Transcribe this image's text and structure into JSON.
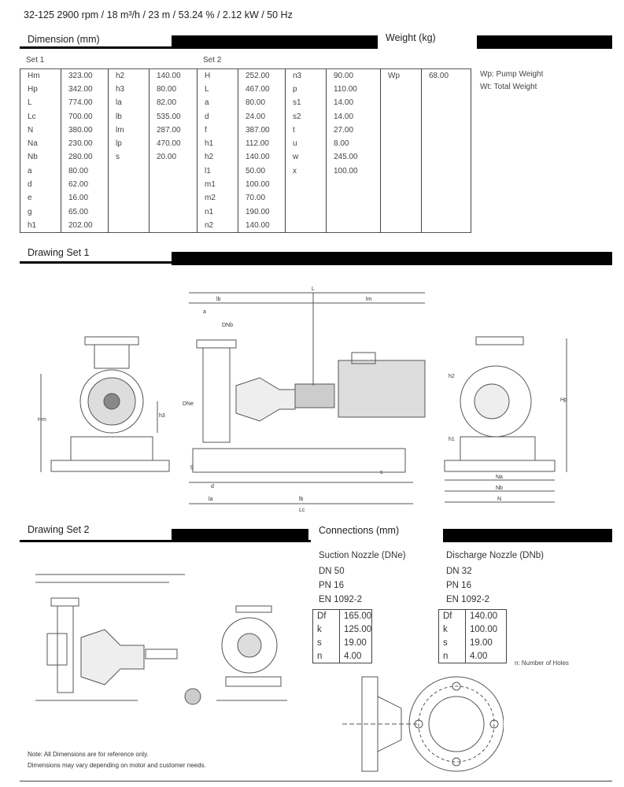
{
  "title": "32-125  2900 rpm / 18 m³/h / 23 m / 53.24 % / 2.12 kW / 50 Hz",
  "sections": {
    "dimension": "Dimension (mm)",
    "weight": "Weight (kg)",
    "drawing1": "Drawing Set 1",
    "drawing2": "Drawing Set 2",
    "connections": "Connections (mm)"
  },
  "set1_label": "Set 1",
  "set2_label": "Set 2",
  "rows": [
    [
      "Hm",
      "323.00",
      "h2",
      "140.00",
      "H",
      "252.00",
      "n3",
      "90.00",
      "Wp",
      "68.00"
    ],
    [
      "Hp",
      "342.00",
      "h3",
      "80.00",
      "L",
      "467.00",
      "p",
      "110.00",
      "",
      ""
    ],
    [
      "L",
      "774.00",
      "la",
      "82.00",
      "a",
      "80.00",
      "s1",
      "14.00",
      "",
      ""
    ],
    [
      "Lc",
      "700.00",
      "lb",
      "535.00",
      "d",
      "24.00",
      "s2",
      "14.00",
      "",
      ""
    ],
    [
      "N",
      "380.00",
      "lm",
      "287.00",
      "f",
      "387.00",
      "t",
      "27.00",
      "",
      ""
    ],
    [
      "Na",
      "230.00",
      "lp",
      "470.00",
      "h1",
      "112.00",
      "u",
      "8.00",
      "",
      ""
    ],
    [
      "Nb",
      "280.00",
      "s",
      "20.00",
      "h2",
      "140.00",
      "w",
      "245.00",
      "",
      ""
    ],
    [
      "a",
      "80.00",
      "",
      "",
      "l1",
      "50.00",
      "x",
      "100.00",
      "",
      ""
    ],
    [
      "d",
      "62.00",
      "",
      "",
      "m1",
      "100.00",
      "",
      "",
      "",
      ""
    ],
    [
      "e",
      "16.00",
      "",
      "",
      "m2",
      "70.00",
      "",
      "",
      "",
      ""
    ],
    [
      "g",
      "65.00",
      "",
      "",
      "n1",
      "190.00",
      "",
      "",
      "",
      ""
    ],
    [
      "h1",
      "202.00",
      "",
      "",
      "n2",
      "140.00",
      "",
      "",
      "",
      ""
    ]
  ],
  "weight_notes": [
    "Wp: Pump Weight",
    "Wt: Total Weight"
  ],
  "drawing_labels": {
    "L": "L",
    "lb": "lb",
    "lm": "lm",
    "a": "a",
    "DNb": "DNb",
    "DNe": "DNe",
    "h2": "h2",
    "Hp": "Hp",
    "Hm": "Hm",
    "h3": "h3",
    "h1": "h1",
    "Na": "Na",
    "Nb": "Nb",
    "N": "N",
    "Lc": "Lc",
    "la": "la",
    "g": "g",
    "d": "d",
    "s": "s"
  },
  "suction": {
    "title": "Suction Nozzle (DNe)",
    "dn": "DN 50",
    "pn": "PN 16",
    "std": "EN 1092-2",
    "rows": [
      [
        "Df",
        "165.00"
      ],
      [
        "k",
        "125.00"
      ],
      [
        "s",
        "19.00"
      ],
      [
        "n",
        "4.00"
      ]
    ]
  },
  "discharge": {
    "title": "Discharge Nozzle (DNb)",
    "dn": "DN 32",
    "pn": "PN 16",
    "std": "EN 1092-2",
    "rows": [
      [
        "Df",
        "140.00"
      ],
      [
        "k",
        "100.00"
      ],
      [
        "s",
        "19.00"
      ],
      [
        "n",
        "4.00"
      ]
    ]
  },
  "holes_note": "n: Number of Holes",
  "notes": [
    "Note: All Dimensions are for reference only.",
    "Dimensions may vary depending on motor and customer needs."
  ]
}
